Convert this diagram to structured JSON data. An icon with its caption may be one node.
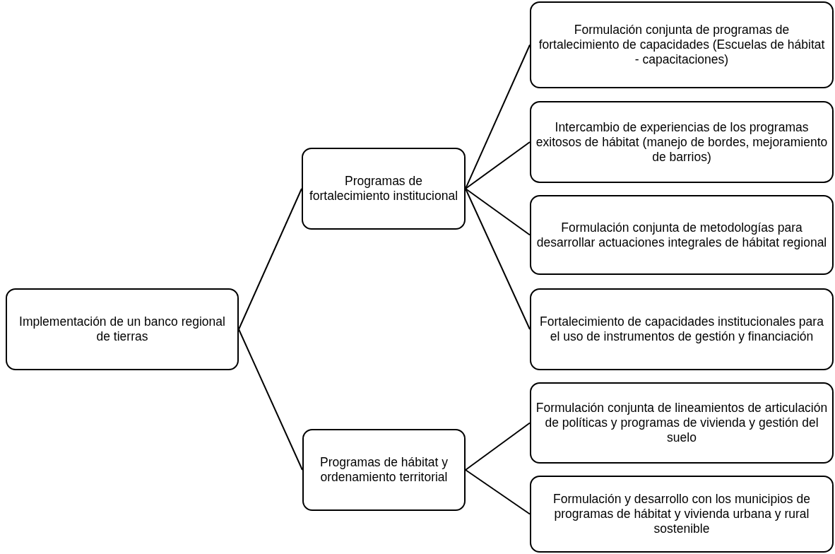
{
  "diagram": {
    "nodes": [
      {
        "text": [
          "Implementación de un banco regional de tierras"
        ]
      },
      {
        "text": [
          "Programas de fortalecimiento institucional"
        ]
      },
      {
        "text": [
          "Programas de hábitat y ordenamiento territorial"
        ]
      },
      {
        "text": [
          "Formulación conjunta de programas de fortalecimiento de capacidades (Escuelas de hábitat - capacitaciones)"
        ]
      },
      {
        "text": [
          "Intercambio de experiencias de los programas exitosos de hábitat (manejo de bordes, mejoramiento de barrios)"
        ]
      },
      {
        "text": [
          "Formulación conjunta de metodologías para desarrollar actuaciones integrales de hábitat regional"
        ]
      },
      {
        "text": [
          "Fortalecimiento de capacidades institucionales para el uso de instrumentos de gestión y financiación"
        ]
      },
      {
        "text": [
          "Formulación conjunta de lineamientos de articulación de políticas y programas de vivienda y gestión del suelo"
        ]
      },
      {
        "text": [
          "Formulación y desarrollo con los municipios de programas de hábitat y vivienda urbana y rural sostenible"
        ]
      }
    ],
    "edges": [
      {
        "from": 0,
        "to": 1,
        "arrow": "none"
      },
      {
        "from": 0,
        "to": 2,
        "arrow": "none"
      },
      {
        "from": 1,
        "to": 3,
        "arrow": "none"
      },
      {
        "from": 1,
        "to": 4,
        "arrow": "none"
      },
      {
        "from": 1,
        "to": 5,
        "arrow": "none"
      },
      {
        "from": 1,
        "to": 6,
        "arrow": "none"
      },
      {
        "from": 2,
        "to": 7,
        "arrow": "none"
      },
      {
        "from": 2,
        "to": 8,
        "arrow": "none"
      }
    ]
  }
}
